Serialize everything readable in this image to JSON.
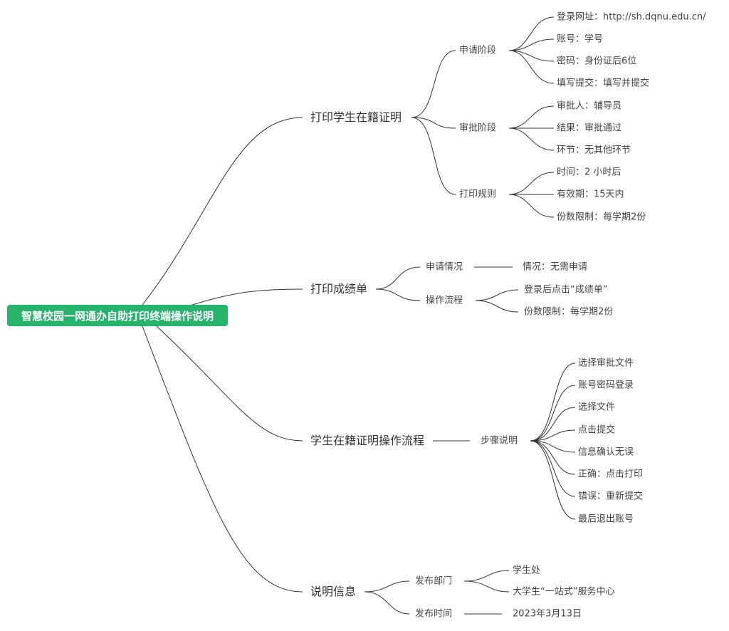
{
  "root": "智慧校园一网通办自助打印终端操作说明",
  "branches": [
    {
      "label": "打印学生在籍证明",
      "children": [
        {
          "label": "申请阶段",
          "leaves": [
            "登录网址：http://sh.dqnu.edu.cn/",
            "账号：学号",
            "密码：身份证后6位",
            "填写提交：填写并提交"
          ]
        },
        {
          "label": "审批阶段",
          "leaves": [
            "审批人：辅导员",
            "结果：审批通过",
            "环节：无其他环节"
          ]
        },
        {
          "label": "打印规则",
          "leaves": [
            "时间：2  小时后",
            "有效期：15天内",
            "份数限制：每学期2份"
          ]
        }
      ]
    },
    {
      "label": "打印成绩单",
      "children": [
        {
          "label": "申请情况",
          "leaves": [
            "情况：无需申请"
          ]
        },
        {
          "label": "操作流程",
          "leaves": [
            "登录后点击“成绩单”",
            "份数限制：每学期2份"
          ]
        }
      ]
    },
    {
      "label": "学生在籍证明操作流程",
      "children": [
        {
          "label": "步骤说明",
          "leaves": [
            "选择审批文件",
            "账号密码登录",
            "选择文件",
            "点击提交",
            "信息确认无误",
            "正确：点击打印",
            "错误：重新提交",
            "最后退出账号"
          ]
        }
      ]
    },
    {
      "label": "说明信息",
      "children": [
        {
          "label": "发布部门",
          "leaves": [
            "学生处",
            "大学生“一站式”服务中心"
          ]
        },
        {
          "label": "发布时间",
          "leaves": [
            "2023年3月13日"
          ]
        }
      ]
    }
  ]
}
